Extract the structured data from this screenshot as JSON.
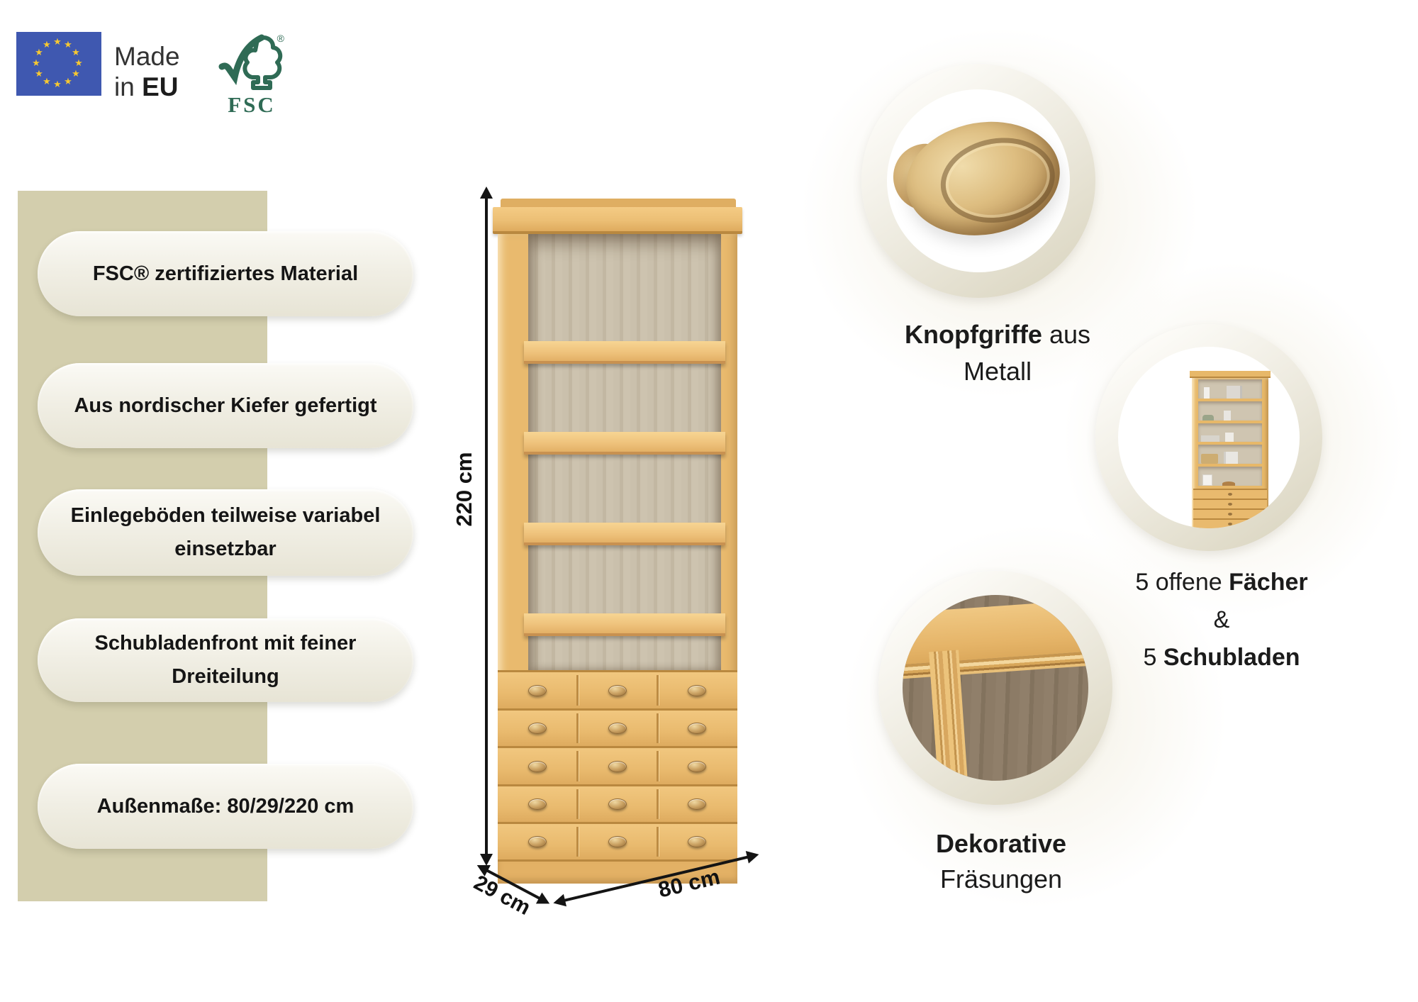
{
  "header": {
    "made_line1": "Made",
    "made_line2_regular": "in ",
    "made_line2_bold": "EU",
    "fsc_text": "FSC",
    "fsc_registered": "®"
  },
  "feature_band": {
    "pills": [
      {
        "line1": "FSC® zertifiziertes Material"
      },
      {
        "line1": "Aus nordischer Kiefer gefertigt"
      },
      {
        "line1": "Einlegeböden teilweise variabel",
        "line2": "einsetzbar"
      },
      {
        "line1": "Schubladenfront mit feiner",
        "line2": "Dreiteilung"
      },
      {
        "line1": "Außenmaße: 80/29/220 cm"
      }
    ]
  },
  "product": {
    "dim_height": "220 cm",
    "dim_depth": "29 cm",
    "dim_width": "80 cm"
  },
  "callouts": {
    "knob_line1_bold": "Knopfgriffe",
    "knob_line1_rest": " aus",
    "knob_line2": "Metall",
    "shelves_line1_regular": "5 offene ",
    "shelves_line1_bold": "Fächer",
    "shelves_line2": "&",
    "shelves_line3_regular": "5 ",
    "shelves_line3_bold": "Schubladen",
    "milling_line1": "Dekorative",
    "milling_line2": "Fräsungen"
  },
  "colors": {
    "band": "#d3cead",
    "pill_top": "#fbfaf5",
    "pill_bottom": "#e7e4d5",
    "wood": "#e9ba6e",
    "wood_edge": "#b9883f",
    "back_panel": "#c8bda9",
    "brass": "#c09a5e",
    "fsc_green": "#2f6b55",
    "eu_blue": "#3f58b0",
    "star_gold": "#f7c831",
    "text": "#161616"
  }
}
